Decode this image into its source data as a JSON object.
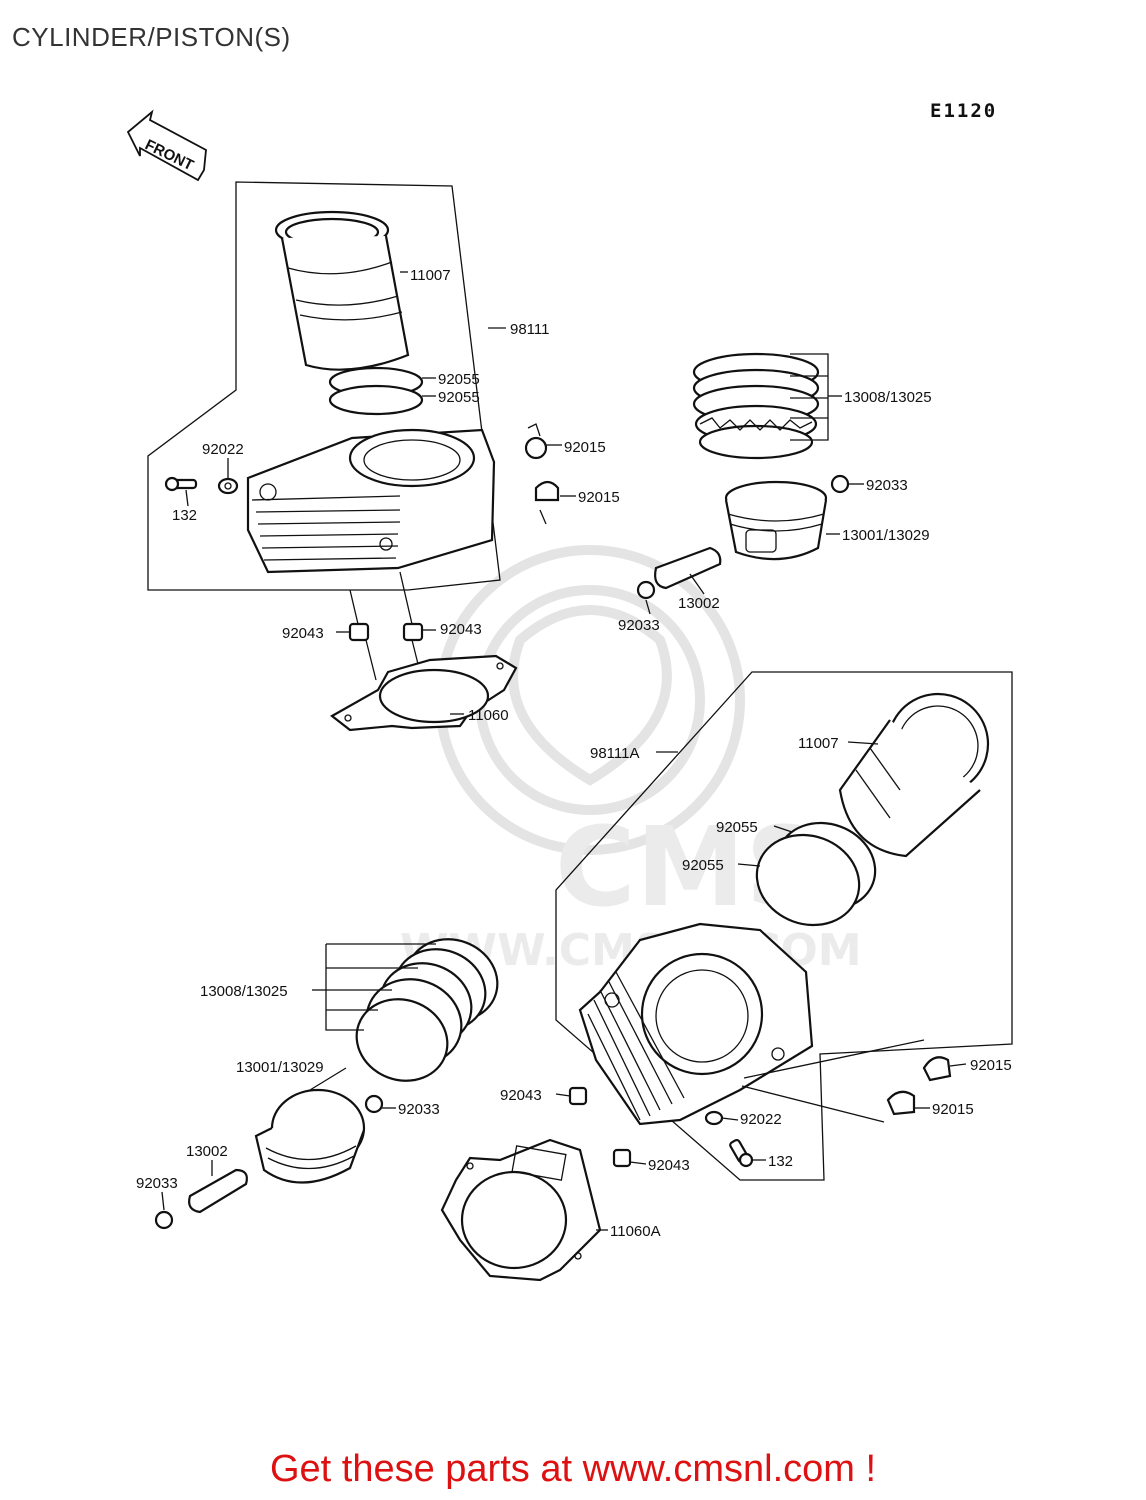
{
  "page": {
    "title": "CYLINDER/PISTON(S)",
    "diagram_code": "E1120"
  },
  "diagram": {
    "front_arrow": "FRONT",
    "labels": {
      "upper_liner": "11007",
      "upper_assembly": "98111",
      "upper_oring_a": "92055",
      "upper_oring_b": "92055",
      "upper_nut_a": "92015",
      "upper_nut_b": "92015",
      "upper_washer": "92022",
      "upper_bolt": "132",
      "upper_rings": "13008/13025",
      "upper_clip_right": "92033",
      "upper_piston": "13001/13029",
      "upper_pin": "13002",
      "upper_clip_left": "92033",
      "upper_dowel_left": "92043",
      "upper_dowel_right": "92043",
      "upper_gasket": "11060",
      "lower_assembly": "98111A",
      "lower_liner": "11007",
      "lower_oring_a": "92055",
      "lower_oring_b": "92055",
      "lower_rings": "13008/13025",
      "lower_piston": "13001/13029",
      "lower_clip_right": "92033",
      "lower_pin": "13002",
      "lower_clip_left": "92033",
      "lower_dowel_top": "92043",
      "lower_dowel_bottom": "92043",
      "lower_gasket": "11060A",
      "lower_nut_a": "92015",
      "lower_nut_b": "92015",
      "lower_washer": "92022",
      "lower_bolt": "132"
    },
    "watermark": "WWW.CMSNL.COM"
  },
  "footer": {
    "promo_text": "Get these parts at www.cmsnl.com !"
  },
  "colors": {
    "promo": "#dd1111",
    "line": "#111111",
    "watermark": "#e4e4e4"
  }
}
